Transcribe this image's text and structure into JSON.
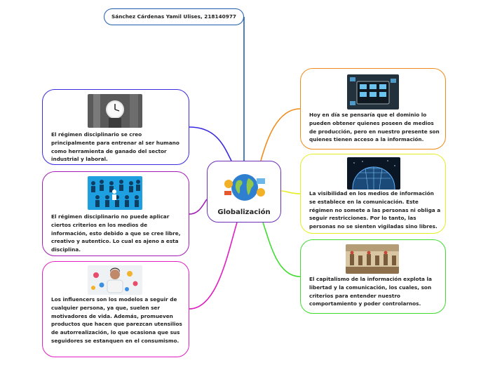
{
  "map": {
    "author": "Sánchez Cárdenas Yamil Ulises, 218140977",
    "center_title": "Globalización",
    "nodes": [
      {
        "text": "El régimen disciplinario se creo principalmente para entrenar al ser humano como herramienta  de ganado del sector industrial y laboral."
      },
      {
        "text": "El régimen disciplinario no puede aplicar ciertos criterios en los medios de información, esto debido a que se cree libre, creativo y autentico. Lo cual es ajeno a esta disciplina."
      },
      {
        "text": "Los influencers son los modelos  a seguir de cualquier persona, ya que,  suelen ser motivadores de vida.  Además,  promueven productos que hacen que parezcan utensilios de autorrealización,  lo que ocasiona que sus seguidores se estanquen en el consumismo."
      },
      {
        "text": "Hoy en día se pensaría que el dominio lo pueden obtener quienes poseen de medios de producción, pero en nuestro presente son quienes tienen acceso a la información."
      },
      {
        "text": "La visibilidad en los medios de información se establece en la comunicación.  Este régimen no somete a las personas ni obliga a seguir restricciones.  Por lo tanto, las personas no se sienten vigiladas sino libres."
      },
      {
        "text": "El capitalismo de la información explota la libertad y la comunicación,  los cuales,  son criterios para  entender nuestro comportamiento y poder controlarnos."
      }
    ]
  },
  "colors": {
    "author": "#1f5db0",
    "center": "#6c2fb8",
    "node1": "#3a2ae0",
    "node2": "#a21cb5",
    "node3": "#e11fc0",
    "node4": "#ef8c1a",
    "node5": "#e6ee22",
    "node6": "#3fdc2e"
  }
}
